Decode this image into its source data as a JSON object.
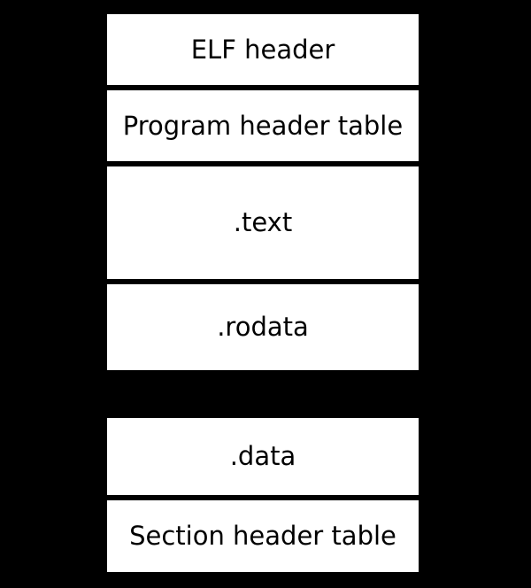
{
  "diagram": {
    "segments": [
      {
        "label": "ELF header"
      },
      {
        "label": "Program header table"
      },
      {
        "label": ".text"
      },
      {
        "label": ".rodata"
      },
      {
        "label": ".data"
      },
      {
        "label": "Section header table"
      }
    ],
    "colors": {
      "background": "#000000",
      "box_fill": "#ffffff",
      "text": "#000000"
    }
  }
}
